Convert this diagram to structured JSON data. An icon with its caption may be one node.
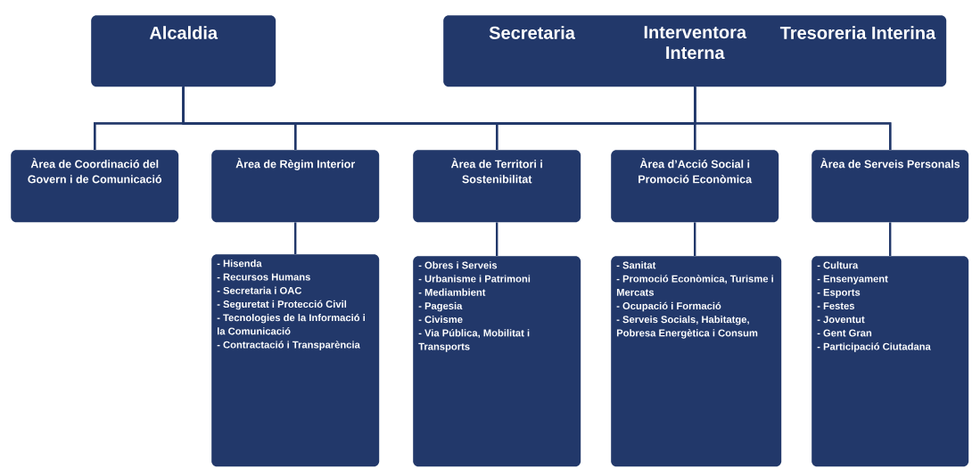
{
  "diagram": {
    "nodes": [
      {
        "text": [
          "Alcaldia"
        ]
      },
      {
        "text": [
          "Secretaria",
          "Interventora Interna",
          "Tresoreria Interina"
        ]
      },
      {
        "text": [
          "Àrea de Coordinació del Govern i de Comunicació"
        ]
      },
      {
        "text": [
          "Àrea de Règim Interior"
        ]
      },
      {
        "text": [
          "Àrea de Territori i Sostenibilitat"
        ]
      },
      {
        "text": [
          "Àrea d’Acció Social i Promoció Econòmica"
        ]
      },
      {
        "text": [
          "Àrea de Serveis Personals"
        ]
      },
      {
        "text": [
          "- Hisenda",
          "- Recursos Humans",
          "- Secretaria i OAC",
          "- Seguretat i Protecció Civil",
          "- Tecnologies de la Informació i la Comunicació",
          "- Contractació i Transparència"
        ]
      },
      {
        "text": [
          "- Obres i Serveis",
          "- Urbanisme i Patrimoni",
          "- Mediambient",
          "- Pagesia",
          "- Civisme",
          "- Via Pública, Mobilitat i Transports"
        ]
      },
      {
        "text": [
          "- Sanitat",
          "- Promoció Econòmica, Turisme i Mercats",
          "- Ocupació i Formació",
          "- Serveis Socials, Habitatge, Pobresa Energètica i Consum"
        ]
      },
      {
        "text": [
          "- Cultura",
          "- Ensenyament",
          "- Esports",
          "- Festes",
          "- Joventut",
          "- Gent Gran",
          "- Participació Ciutadana"
        ]
      }
    ],
    "edges": [
      {
        "from": 0,
        "to": 2,
        "arrow": "none"
      },
      {
        "from": 0,
        "to": 3,
        "arrow": "none"
      },
      {
        "from": 0,
        "to": 4,
        "arrow": "none"
      },
      {
        "from": 0,
        "to": 5,
        "arrow": "none"
      },
      {
        "from": 0,
        "to": 6,
        "arrow": "none"
      },
      {
        "from": 1,
        "to": 2,
        "arrow": "none"
      },
      {
        "from": 1,
        "to": 3,
        "arrow": "none"
      },
      {
        "from": 1,
        "to": 4,
        "arrow": "none"
      },
      {
        "from": 1,
        "to": 5,
        "arrow": "none"
      },
      {
        "from": 1,
        "to": 6,
        "arrow": "none"
      },
      {
        "from": 3,
        "to": 7,
        "arrow": "none"
      },
      {
        "from": 4,
        "to": 8,
        "arrow": "none"
      },
      {
        "from": 5,
        "to": 9,
        "arrow": "none"
      },
      {
        "from": 6,
        "to": 10,
        "arrow": "none"
      }
    ]
  }
}
